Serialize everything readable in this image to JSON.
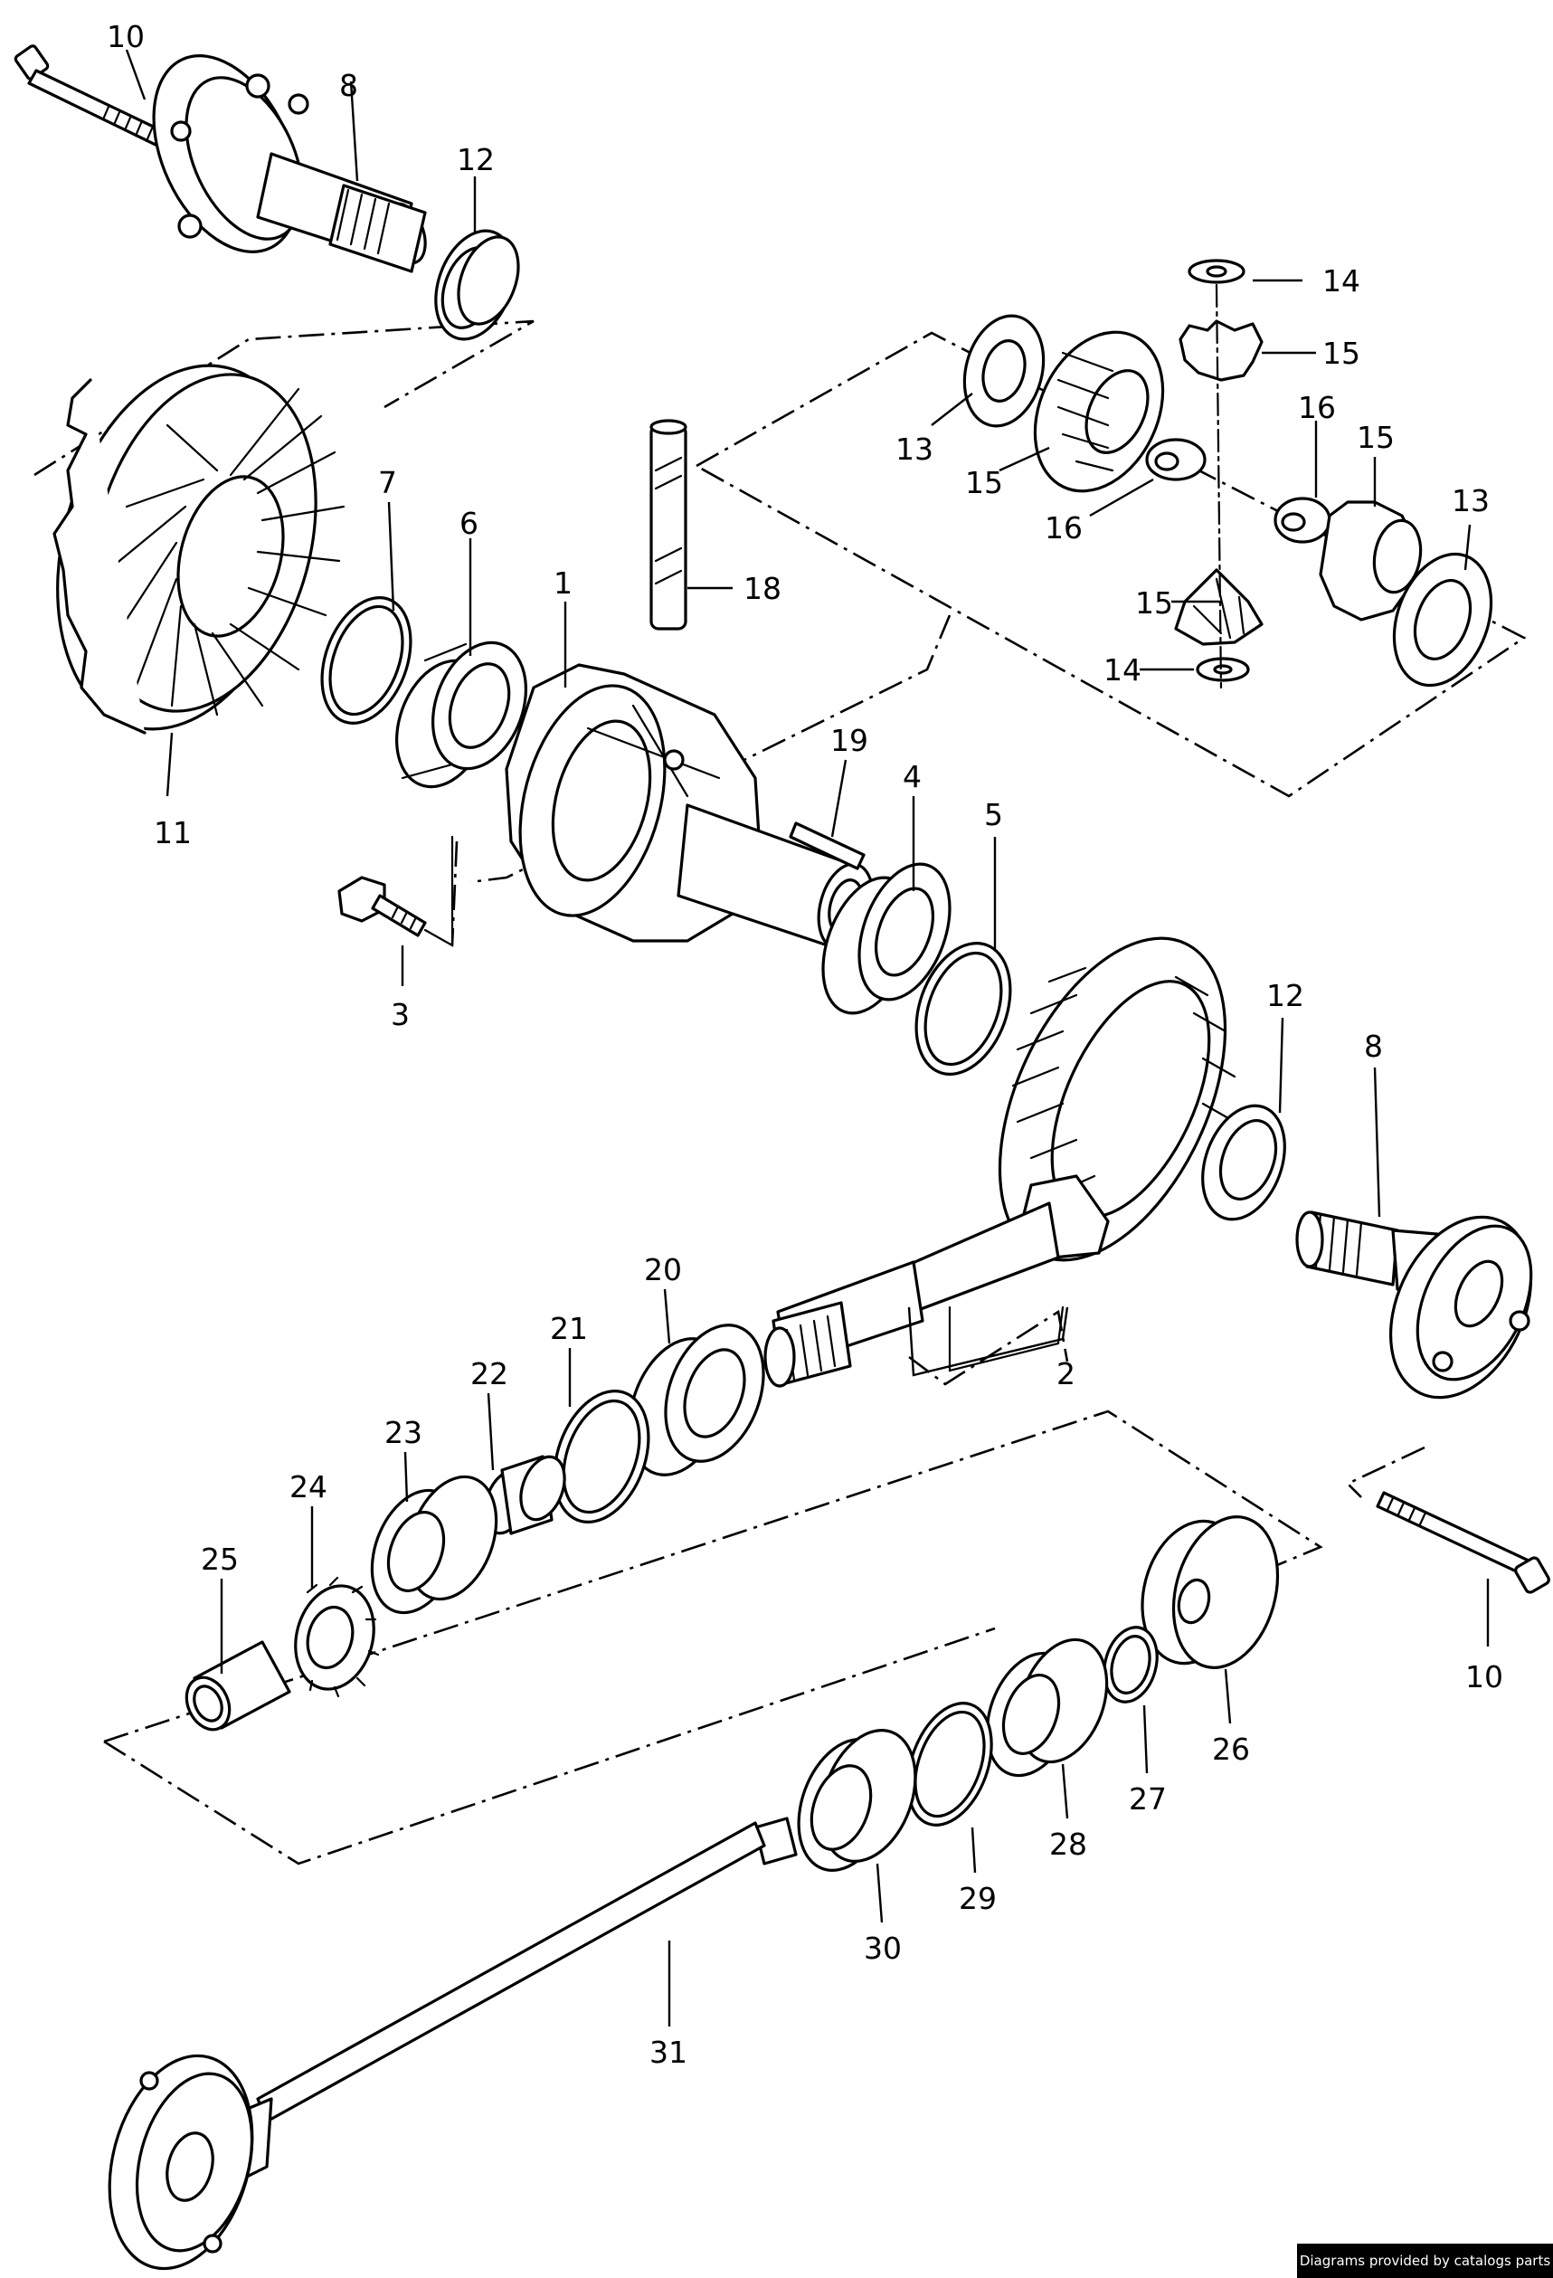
{
  "credit": "Diagrams provided by catalogs parts",
  "callouts": [
    {
      "id": "c-10-top",
      "text": "10"
    },
    {
      "id": "c-8-top",
      "text": "8"
    },
    {
      "id": "c-12-top",
      "text": "12"
    },
    {
      "id": "c-14-top",
      "text": "14"
    },
    {
      "id": "c-15-a",
      "text": "15"
    },
    {
      "id": "c-13-left",
      "text": "13"
    },
    {
      "id": "c-15-b",
      "text": "15"
    },
    {
      "id": "c-16-a",
      "text": "16"
    },
    {
      "id": "c-16-b",
      "text": "16"
    },
    {
      "id": "c-15-c",
      "text": "15"
    },
    {
      "id": "c-13-right",
      "text": "13"
    },
    {
      "id": "c-15-d",
      "text": "15"
    },
    {
      "id": "c-14-bottom",
      "text": "14"
    },
    {
      "id": "c-7",
      "text": "7"
    },
    {
      "id": "c-6",
      "text": "6"
    },
    {
      "id": "c-1",
      "text": "1"
    },
    {
      "id": "c-18",
      "text": "18"
    },
    {
      "id": "c-11",
      "text": "11"
    },
    {
      "id": "c-19",
      "text": "19"
    },
    {
      "id": "c-4",
      "text": "4"
    },
    {
      "id": "c-5",
      "text": "5"
    },
    {
      "id": "c-3",
      "text": "3"
    },
    {
      "id": "c-12-mid",
      "text": "12"
    },
    {
      "id": "c-8-mid",
      "text": "8"
    },
    {
      "id": "c-20",
      "text": "20"
    },
    {
      "id": "c-21",
      "text": "21"
    },
    {
      "id": "c-22",
      "text": "22"
    },
    {
      "id": "c-23",
      "text": "23"
    },
    {
      "id": "c-24",
      "text": "24"
    },
    {
      "id": "c-25",
      "text": "25"
    },
    {
      "id": "c-2",
      "text": "2"
    },
    {
      "id": "c-10-bottom",
      "text": "10"
    },
    {
      "id": "c-26",
      "text": "26"
    },
    {
      "id": "c-27",
      "text": "27"
    },
    {
      "id": "c-28",
      "text": "28"
    },
    {
      "id": "c-29",
      "text": "29"
    },
    {
      "id": "c-30",
      "text": "30"
    },
    {
      "id": "c-31",
      "text": "31"
    }
  ]
}
